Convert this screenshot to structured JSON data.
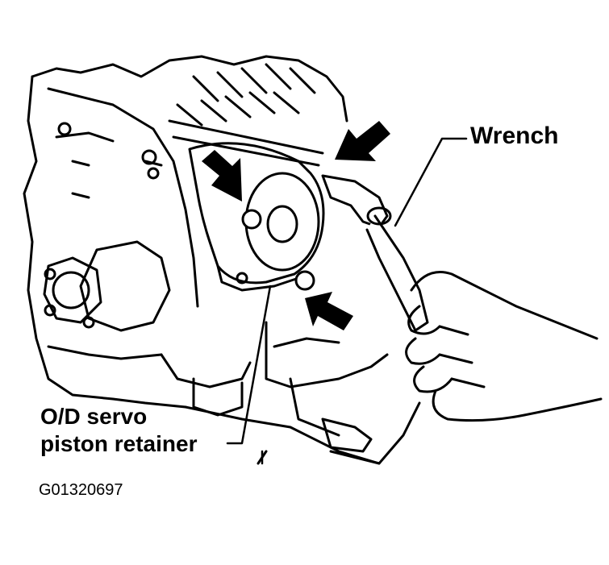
{
  "callouts": {
    "wrench": "Wrench",
    "servo_line1": "O/D servo",
    "servo_line2": "piston retainer"
  },
  "figure_id": "G01320697",
  "colors": {
    "line": "#000000",
    "background": "#ffffff"
  }
}
